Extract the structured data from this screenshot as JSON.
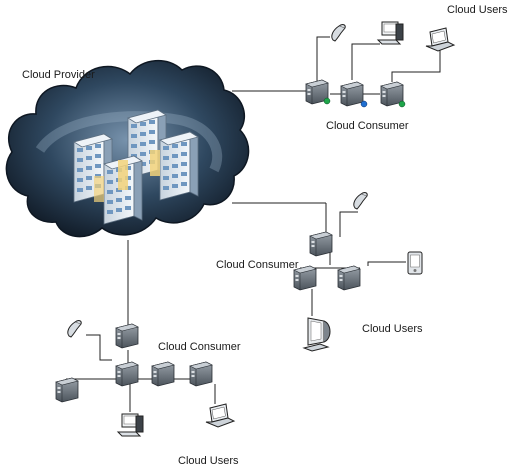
{
  "labels": {
    "cloud_provider": "Cloud Provider",
    "consumer_top": "Cloud Consumer",
    "consumer_mid": "Cloud Consumer",
    "consumer_bottom": "Cloud Consumer",
    "users_top": "Cloud Users",
    "users_mid": "Cloud Users",
    "users_bottom": "Cloud Users"
  },
  "colors": {
    "cloud_dark": "#1c2c3e",
    "cloud_light": "#6e8aa6",
    "line": "#222222",
    "server_face": "#dfe8f0",
    "server_window": "#8fb4d8",
    "server_glow": "#f2d27a"
  },
  "icons": [
    "cloud-icon",
    "datacenter-server-icon",
    "network-server-icon",
    "laptop-icon",
    "desktop-pc-icon",
    "phone-icon",
    "pda-icon",
    "crt-monitor-icon"
  ]
}
